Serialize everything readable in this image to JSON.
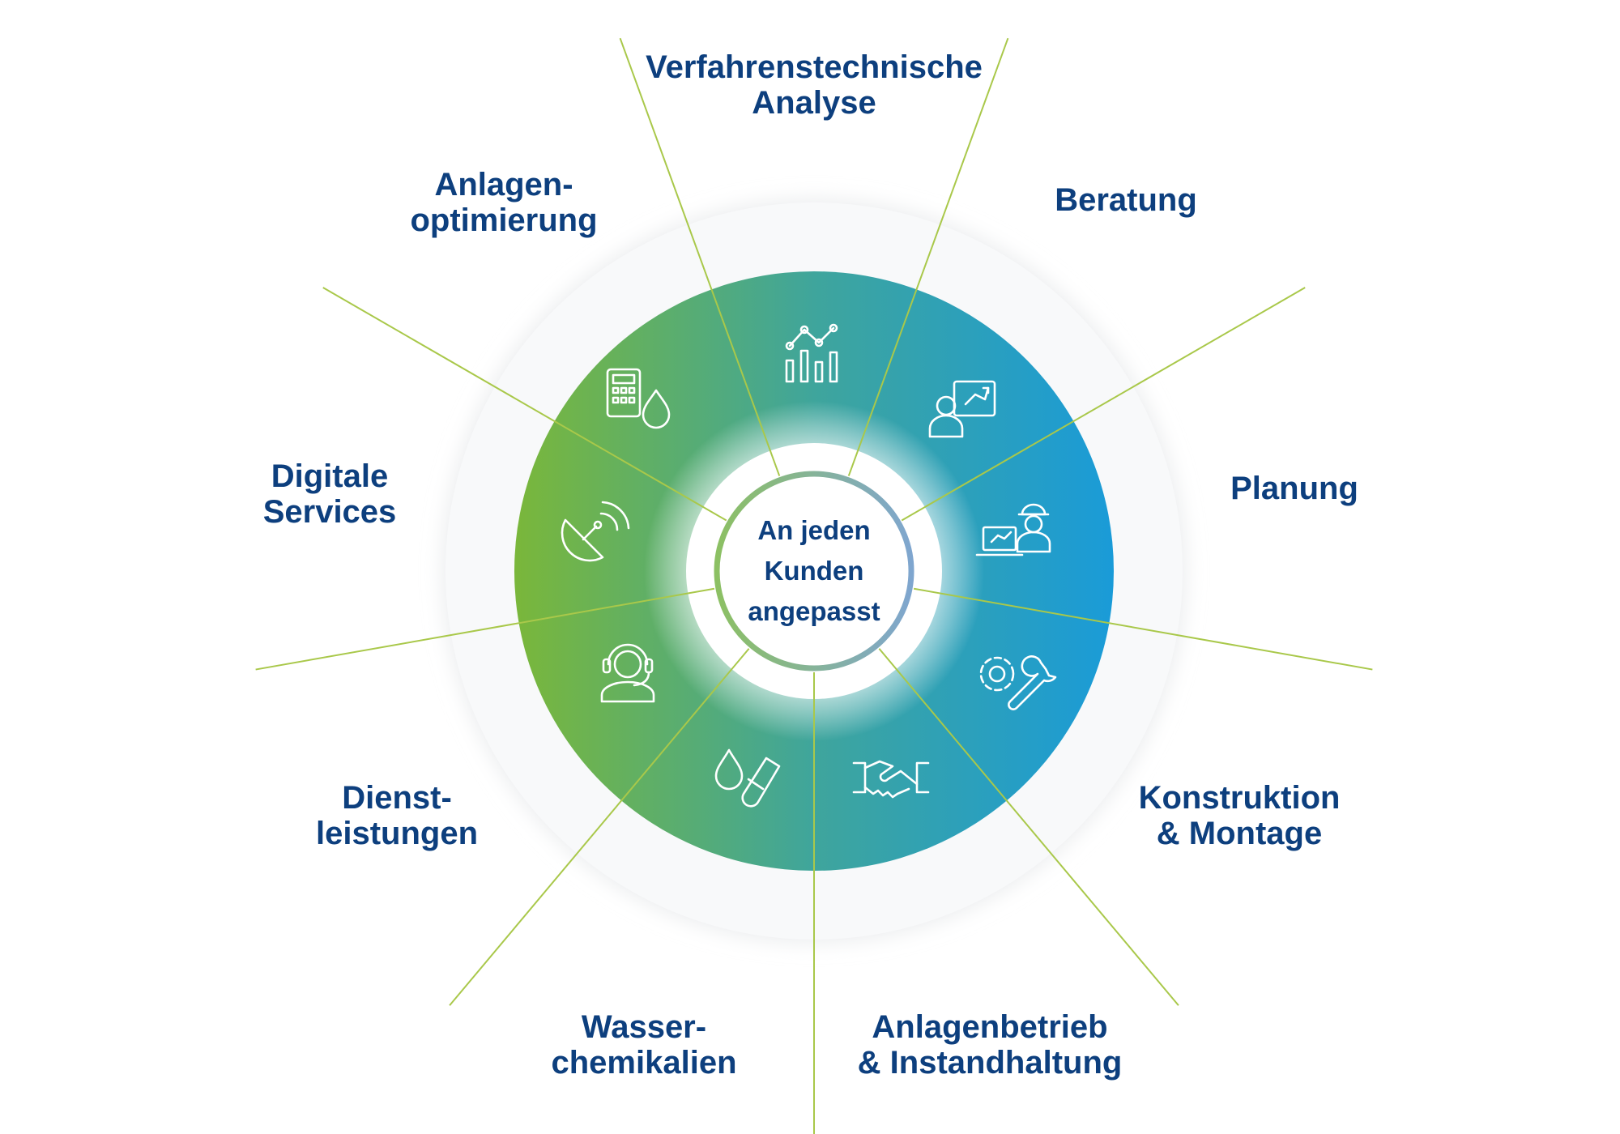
{
  "center": {
    "lines": [
      "An jeden",
      "Kunden",
      "angepasst"
    ]
  },
  "colors": {
    "text": "#0d3f7e",
    "green": "#7ab73a",
    "teal": "#3aa6a4",
    "blue": "#1a9bd8",
    "divider": "#a9c84a"
  },
  "segments": [
    {
      "label_lines": [
        "Verfahrenstechnische",
        "Analyse"
      ],
      "icon": "line-bar-chart-icon"
    },
    {
      "label_lines": [
        "Beratung",
        ""
      ],
      "icon": "consultant-presentation-icon"
    },
    {
      "label_lines": [
        "Planung",
        ""
      ],
      "icon": "engineer-laptop-icon"
    },
    {
      "label_lines": [
        "Konstruktion",
        "& Montage"
      ],
      "icon": "gear-wrench-icon"
    },
    {
      "label_lines": [
        "Anlagenbetrieb",
        "& Instandhaltung"
      ],
      "icon": "handshake-icon"
    },
    {
      "label_lines": [
        "Wasser-",
        "chemikalien"
      ],
      "icon": "drop-test-tube-icon"
    },
    {
      "label_lines": [
        "Dienst-",
        "leistungen"
      ],
      "icon": "headset-support-icon"
    },
    {
      "label_lines": [
        "Digitale",
        "Services"
      ],
      "icon": "satellite-dish-icon"
    },
    {
      "label_lines": [
        "Anlagen-",
        "optimierung"
      ],
      "icon": "calculator-drop-icon"
    }
  ]
}
